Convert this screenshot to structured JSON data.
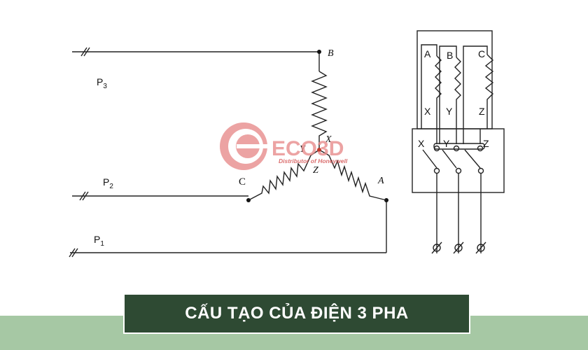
{
  "title": "CẤU TẠO CỦA ĐIỆN 3 PHA",
  "watermark": {
    "name": "ECO3D",
    "tagline": "Distributor of Honeywell",
    "color": "#e88d8d"
  },
  "colors": {
    "title_bg": "#2e4a33",
    "title_text": "#ffffff",
    "band": "#a6c8a4"
  },
  "star_diagram": {
    "lines": {
      "p3": "P",
      "p3_sub": "3",
      "p2": "P",
      "p2_sub": "2",
      "p1": "P",
      "p1_sub": "1"
    },
    "terminals": {
      "a": "A",
      "b": "B",
      "c": "C"
    },
    "neutral": {
      "x": "X",
      "y": "Y",
      "z": "Z"
    }
  },
  "terminal_box": {
    "top": [
      "A",
      "B",
      "C"
    ],
    "bottom": [
      "X",
      "Y",
      "Z"
    ],
    "box": [
      "X",
      "Y",
      "Z"
    ]
  }
}
